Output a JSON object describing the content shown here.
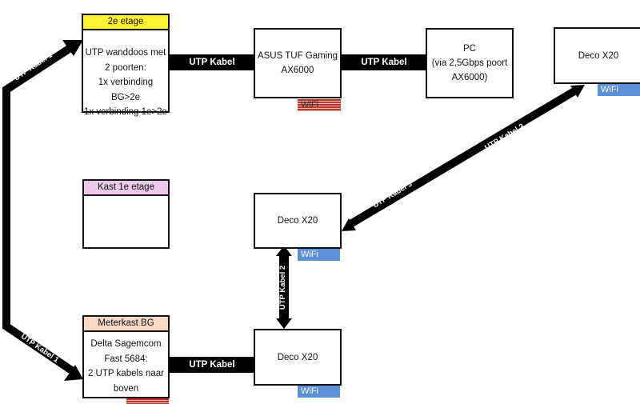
{
  "boxes": {
    "floor2": {
      "header": "2e etage",
      "header_color": "#fff034",
      "lines": [
        "UTP wanddoos met",
        "2 poorten:",
        "1x verbinding BG>2e",
        "1x verbinding 1e>2e"
      ]
    },
    "asus": {
      "lines": [
        "ASUS TUF Gaming",
        "AX6000"
      ],
      "wifi": "WiFi",
      "wifi_status": "crossed-out"
    },
    "pc": {
      "lines": [
        "PC",
        "(via 2,5Gbps poort",
        "AX6000)"
      ]
    },
    "deco_top_right": {
      "label": "Deco X20",
      "wifi": "WiFi"
    },
    "floor1": {
      "header": "Kast 1e etage",
      "header_color": "#ecc8ec",
      "lines": []
    },
    "deco_middle": {
      "label": "Deco X20",
      "wifi": "WiFi"
    },
    "meterkast": {
      "header": "Meterkast BG",
      "header_color": "#f8d7c5",
      "lines": [
        "Delta Sagemcom",
        "Fast 5684:",
        "2 UTP kabels naar",
        "boven"
      ],
      "wifi_status": "crossed-out"
    },
    "deco_bottom": {
      "label": "Deco X20",
      "wifi": "WiFi"
    }
  },
  "cables": {
    "floor2_to_asus": "UTP Kabel",
    "asus_to_pc": "UTP Kabel",
    "meterkast_to_deco": "UTP Kabel",
    "kabel1_upper": "UTP Kabel 1",
    "kabel1_lower": "UTP Kabel 1",
    "kabel2": "UTP Kabel 2",
    "kabel3_upper": "UTP Kabel 3",
    "kabel3_lower": "UTP Kabel 3"
  },
  "colors": {
    "wifi_blue": "#5b8fd6",
    "wifi_red": "#b9362f",
    "cable": "#000000"
  }
}
